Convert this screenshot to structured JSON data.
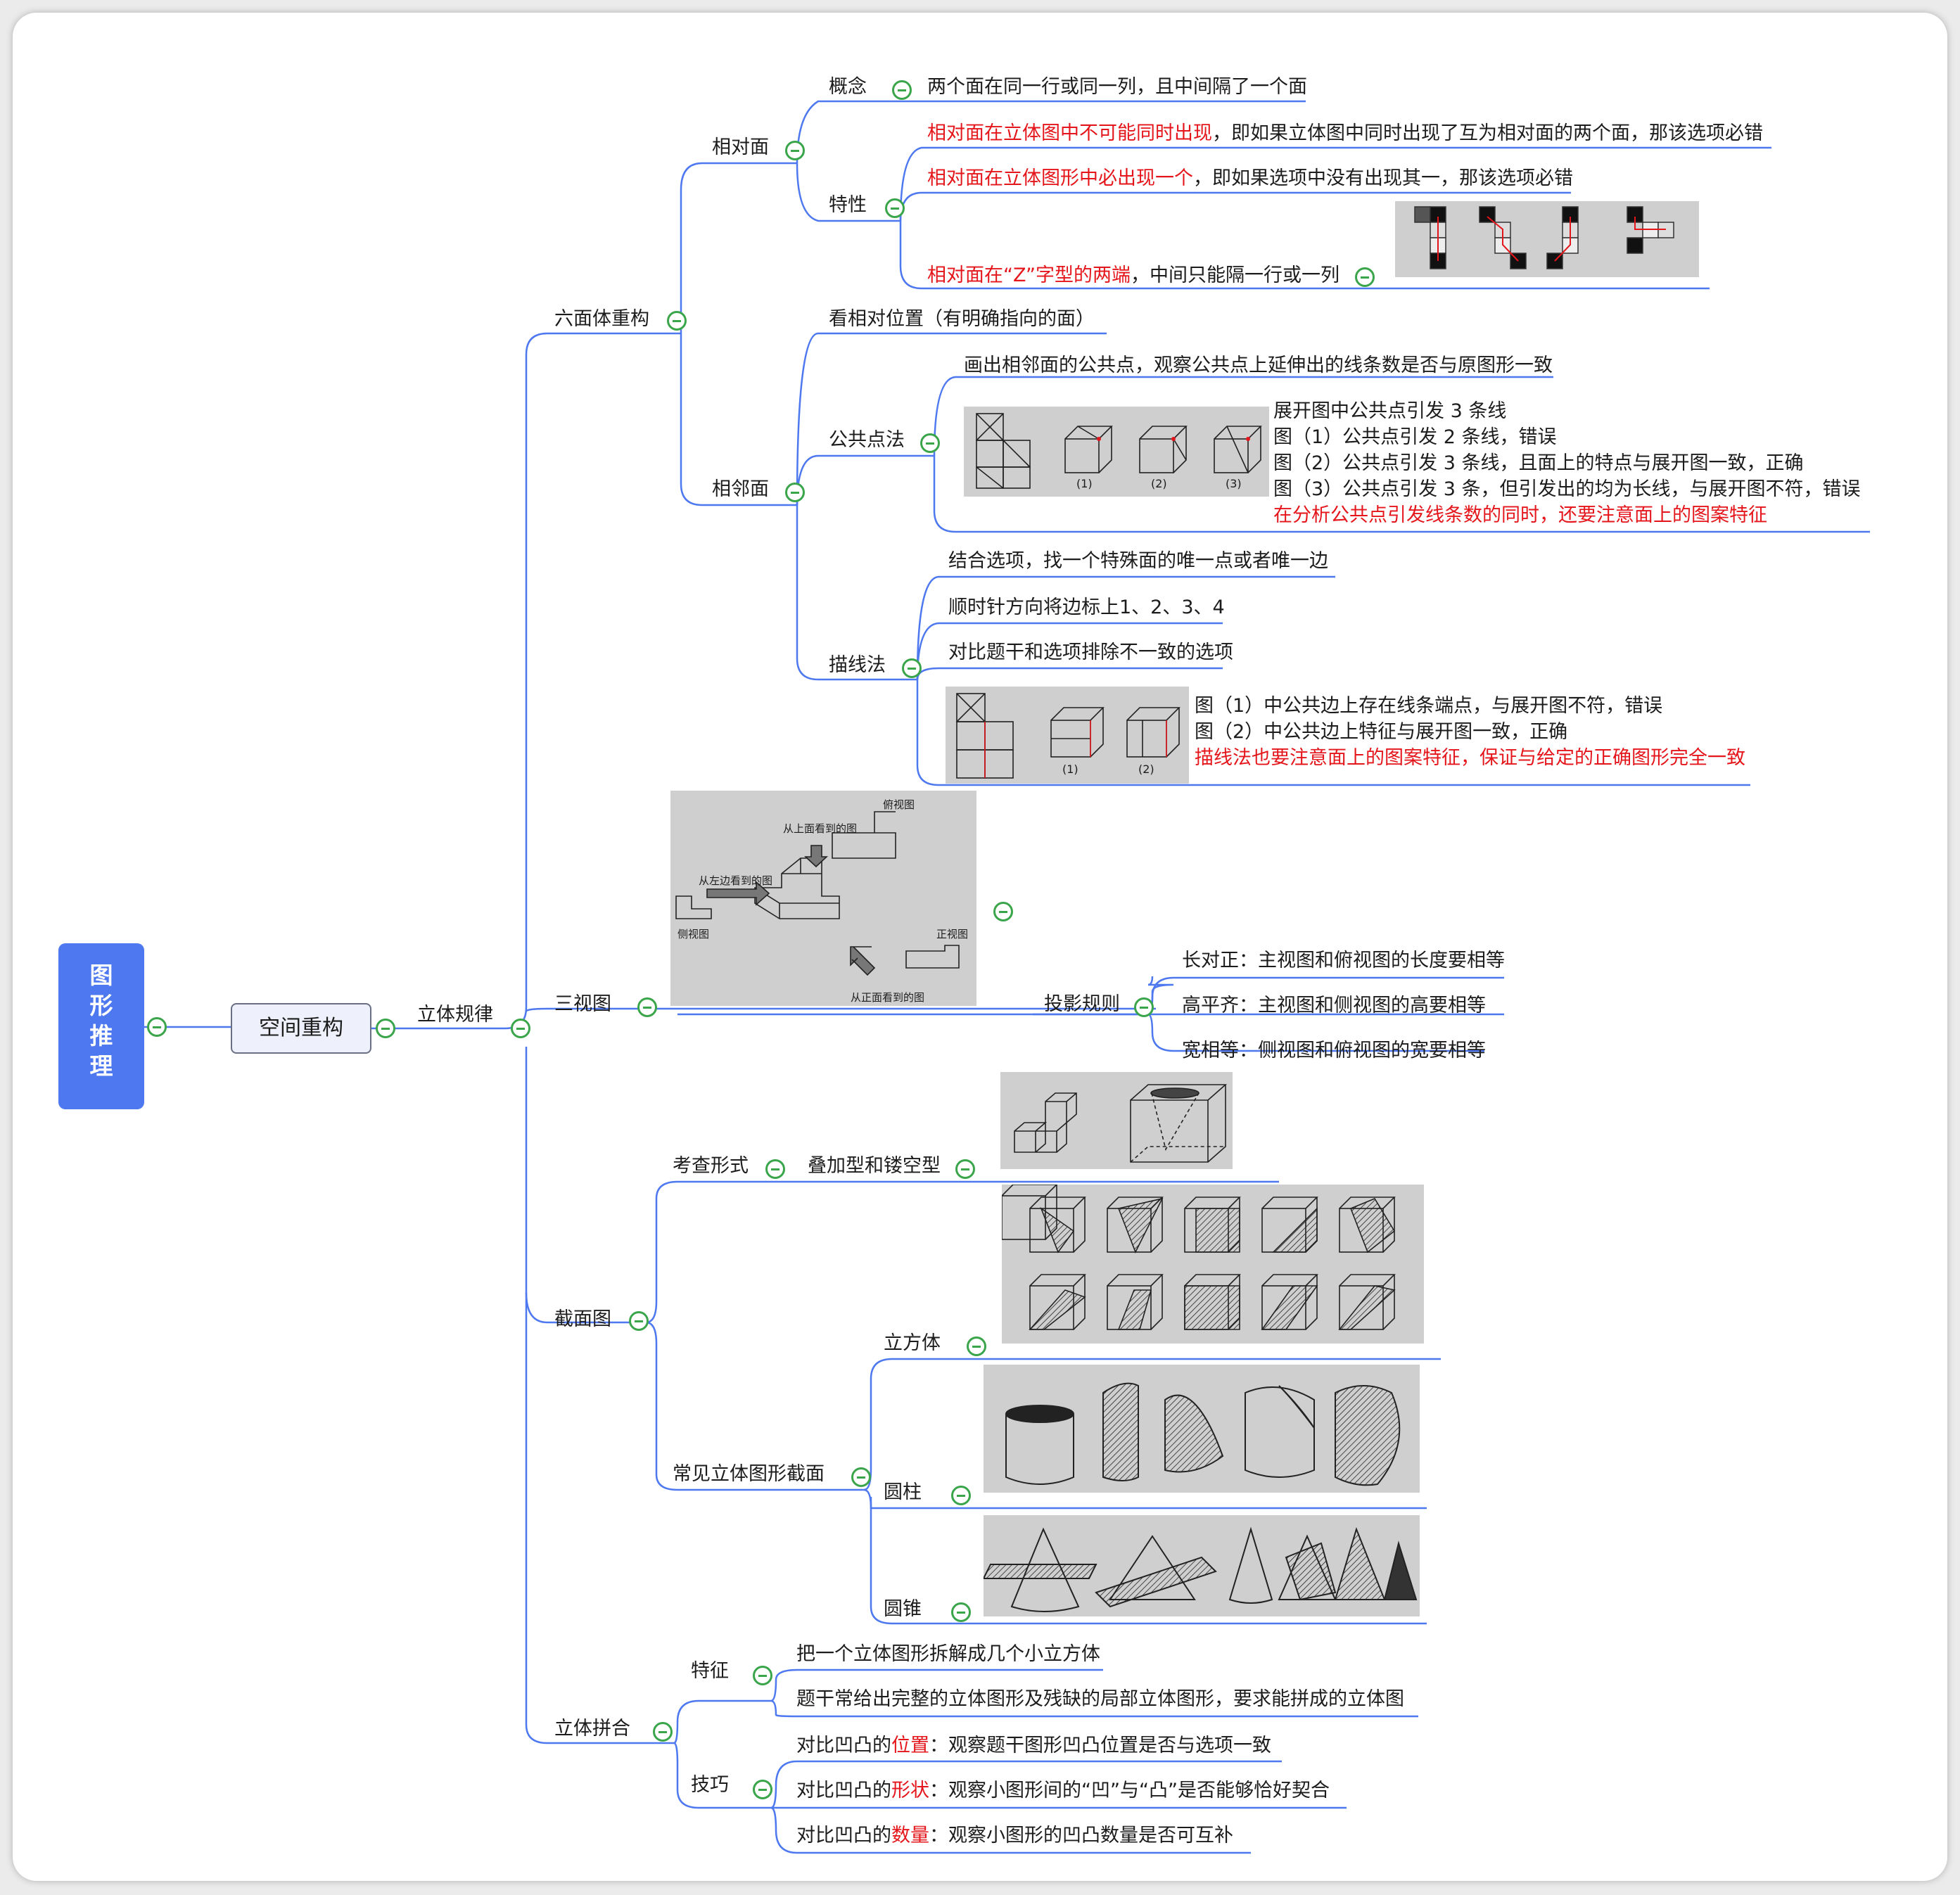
{
  "root": {
    "title_chars": [
      "图",
      "形",
      "推",
      "理"
    ]
  },
  "l1": {
    "title": "空间重构"
  },
  "l2": {
    "title": "立体规律"
  },
  "hexa": {
    "title": "六面体重构",
    "opposite": {
      "title": "相对面",
      "concept_label": "概念",
      "concept_text": "两个面在同一行或同一列，且中间隔了一个面",
      "props_label": "特性",
      "p1_red": "相对面在立体图中不可能同时出现",
      "p1_rest": "，即如果立体图中同时出现了互为相对面的两个面，那该选项必错",
      "p2_red": "相对面在立体图形中必出现一个",
      "p2_rest": "，即如果选项中没有出现其一，那该选项必错",
      "p3_red": "相对面在“Z”字型的两端",
      "p3_rest": "，中间只能隔一行或一列"
    },
    "adjacent": {
      "title": "相邻面",
      "look": "看相对位置（有明确指向的面）",
      "common_label": "公共点法",
      "common_draw": "画出相邻面的公共点，观察公共点上延伸出的线条数是否与原图形一致",
      "common_notes": [
        "展开图中公共点引发 3 条线",
        "图（1）公共点引发 2 条线，错误",
        "图（2）公共点引发 3 条线，且面上的特点与展开图一致，正确",
        "图（3）公共点引发 3 条，但引发出的均为长线，与展开图不符，错误"
      ],
      "common_red": "在分析公共点引发线条数的同时，还要注意面上的图案特征",
      "fig_labels": [
        "(1)",
        "(2)",
        "(3)"
      ],
      "trace_label": "描线法",
      "trace_steps": [
        "结合选项，找一个特殊面的唯一点或者唯一边",
        "顺时针方向将边标上1、2、3、4",
        "对比题干和选项排除不一致的选项"
      ],
      "trace_notes": [
        "图（1）中公共边上存在线条端点，与展开图不符，错误",
        "图（2）中公共边上特征与展开图一致，正确"
      ],
      "trace_red": "描线法也要注意面上的图案特征，保证与给定的正确图形完全一致",
      "trace_fig_labels": [
        "(1)",
        "(2)"
      ]
    }
  },
  "three_view": {
    "title": "三视图",
    "img_labels": {
      "top": "俯视图",
      "from_top": "从上面看到的图",
      "from_left": "从左边看到的图",
      "side": "侧视图",
      "front": "正视图",
      "from_front": "从正面看到的图"
    },
    "proj_label": "投影规则",
    "rules": [
      "长对正：主视图和俯视图的长度要相等",
      "高平齐：主视图和侧视图的高要相等",
      "宽相等：侧视图和俯视图的宽要相等"
    ]
  },
  "section": {
    "title": "截面图",
    "exam_label": "考查形式",
    "exam_type": "叠加型和镂空型",
    "common_label": "常见立体图形截面",
    "cube": "立方体",
    "cylinder": "圆柱",
    "cone": "圆锥"
  },
  "assembly": {
    "title": "立体拼合",
    "feature_label": "特征",
    "features": [
      "把一个立体图形拆解成几个小立方体",
      "题干常给出完整的立体图形及残缺的局部立体图形，要求能拼成的立体图"
    ],
    "skill_label": "技巧",
    "skills": [
      {
        "pre": "对比凹凸的",
        "red": "位置",
        "post": "：观察题干图形凹凸位置是否与选项一致"
      },
      {
        "pre": "对比凹凸的",
        "red": "形状",
        "post": "：观察小图形间的“凹”与“凸”是否能够恰好契合"
      },
      {
        "pre": "对比凹凸的",
        "red": "数量",
        "post": "：观察小图形的凹凸数量是否可互补"
      }
    ]
  },
  "colors": {
    "line": "#4d78f0",
    "root": "#4d78f0",
    "red": "#e5161b",
    "collapse": "#3aa54a"
  }
}
